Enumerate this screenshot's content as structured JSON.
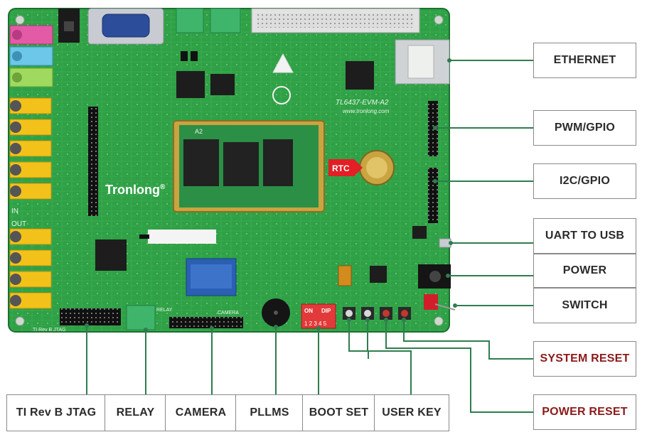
{
  "board": {
    "brand": "Tronlong",
    "brand_mark": "®",
    "model": "TL6437-EVM-A2",
    "website": "www.tronlong.com",
    "module_label": "A2",
    "rtc_tag": "RTC",
    "dip_left": "ON",
    "dip_right": "DIP",
    "dip_numbers": "1 2 3 4 5",
    "in_label": "IN",
    "out_label": "OUT",
    "jtag_silk": "TI Rev B JTAG",
    "relay_silk": "RELAY",
    "camera_silk": "CAMERA"
  },
  "right_labels": [
    {
      "key": "ethernet",
      "text": "ETHERNET"
    },
    {
      "key": "pwm-gpio",
      "text": "PWM/GPIO"
    },
    {
      "key": "i2c-gpio",
      "text": "I2C/GPIO"
    },
    {
      "key": "uart-to-usb",
      "text": "UART TO USB"
    },
    {
      "key": "power",
      "text": "POWER"
    },
    {
      "key": "switch",
      "text": "SWITCH"
    },
    {
      "key": "system-reset",
      "text": "SYSTEM RESET"
    },
    {
      "key": "power-reset",
      "text": "POWER RESET"
    }
  ],
  "bottom_labels": [
    {
      "key": "ti-rev-b-jtag",
      "text": "TI Rev B JTAG"
    },
    {
      "key": "relay",
      "text": "RELAY"
    },
    {
      "key": "camera",
      "text": "CAMERA"
    },
    {
      "key": "pllms",
      "text": "PLLMS"
    },
    {
      "key": "boot-set",
      "text": "BOOT SET"
    },
    {
      "key": "user-key",
      "text": "USER KEY"
    }
  ],
  "colors": {
    "pcb": "#2fa046",
    "pcb_dark": "#1f7a33",
    "leader": "#2e7d4f",
    "label_border": "#8a8a8a",
    "label_text": "#2b2b2b",
    "reset_text": "#8b1a1a",
    "gold": "#c9a441",
    "rca_yellow": "#f3c21a"
  }
}
